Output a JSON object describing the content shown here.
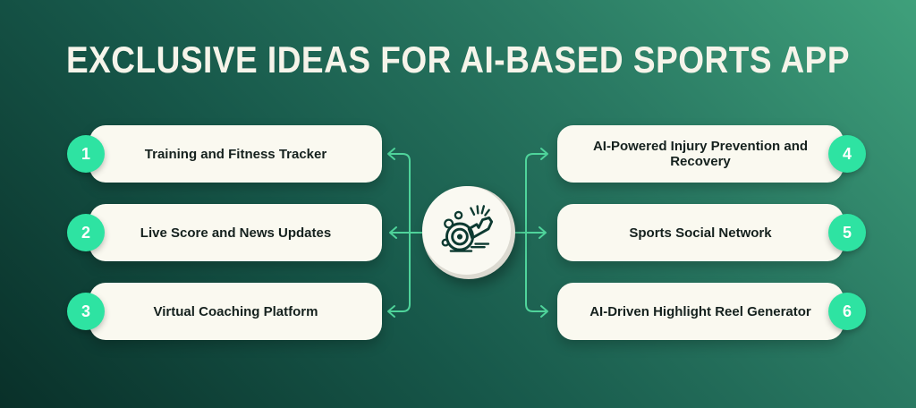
{
  "title": "EXCLUSIVE IDEAS FOR AI-BASED SPORTS APP",
  "items": [
    {
      "number": "1",
      "label": "Training and Fitness Tracker",
      "side": "left"
    },
    {
      "number": "2",
      "label": "Live Score and News Updates",
      "side": "left"
    },
    {
      "number": "3",
      "label": "Virtual Coaching Platform",
      "side": "left"
    },
    {
      "number": "4",
      "label": "AI-Powered Injury Prevention and Recovery",
      "side": "right"
    },
    {
      "number": "5",
      "label": "Sports Social Network",
      "side": "right"
    },
    {
      "number": "6",
      "label": "AI-Driven Highlight Reel Generator",
      "side": "right"
    }
  ],
  "center_icon": "whistle-icon",
  "colors": {
    "accent": "#2ee3a2",
    "connector": "#4fd49b",
    "cardBg": "#faf9f0",
    "iconColor": "#0d3a31",
    "titleColor": "#f6f4ea",
    "bgLight": "#3fa07b",
    "bgDark": "#093029"
  }
}
